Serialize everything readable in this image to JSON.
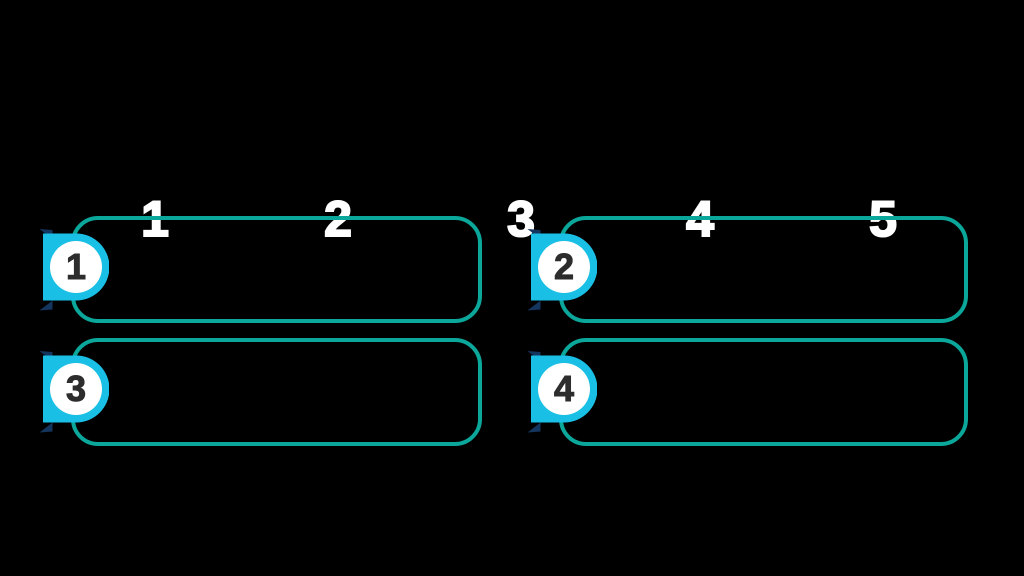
{
  "colors": {
    "teal": "#0ca79b",
    "cyan": "#19bfe5",
    "navy": "#14355e",
    "digit": "#2d2d2d",
    "stepwhite": "#ffffff",
    "background": "#000000"
  },
  "steps": [
    {
      "label": "1"
    },
    {
      "label": "2"
    },
    {
      "label": "3"
    },
    {
      "label": "4"
    },
    {
      "label": "5"
    }
  ],
  "boxes": [
    {
      "number": "1"
    },
    {
      "number": "2"
    },
    {
      "number": "3"
    },
    {
      "number": "4"
    }
  ]
}
